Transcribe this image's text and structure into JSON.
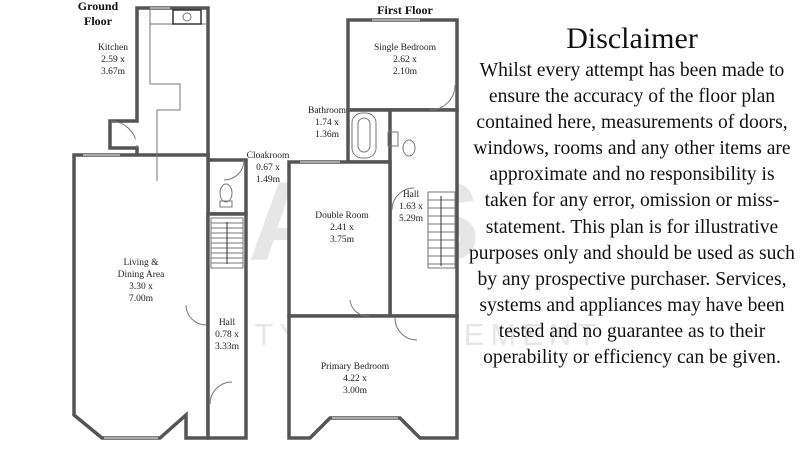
{
  "watermark": {
    "logo_text": "GRAYS",
    "tagline": "PROPERTY MANAGEMENT"
  },
  "floors": {
    "ground": {
      "title_line1": "Ground",
      "title_line2": "Floor",
      "rooms": {
        "kitchen": {
          "name": "Kitchen",
          "dim1": "2.59 x",
          "dim2": "3.67m"
        },
        "cloakroom": {
          "name": "Cloakroom",
          "dim1": "0.67 x",
          "dim2": "1.49m"
        },
        "living": {
          "name1": "Living &",
          "name2": "Dining Area",
          "dim1": "3.30 x",
          "dim2": "7.00m"
        },
        "hall": {
          "name": "Hall",
          "dim1": "0.78 x",
          "dim2": "3.33m"
        }
      }
    },
    "first": {
      "title": "First Floor",
      "rooms": {
        "single_bedroom": {
          "name": "Single Bedroom",
          "dim1": "2.62 x",
          "dim2": "2.10m"
        },
        "bathroom": {
          "name": "Bathroom",
          "dim1": "1.74 x",
          "dim2": "1.36m"
        },
        "hall": {
          "name": "Hall",
          "dim1": "1.63 x",
          "dim2": "5.29m"
        },
        "double_room": {
          "name": "Double Room",
          "dim1": "2.41 x",
          "dim2": "3.75m"
        },
        "primary_bedroom": {
          "name": "Primary Bedroom",
          "dim1": "4.22 x",
          "dim2": "3.00m"
        }
      }
    }
  },
  "disclaimer": {
    "title": "Disclaimer",
    "body": "Whilst every attempt has been made to ensure the accuracy of the floor plan contained here, measurements of doors, windows, rooms and any other items are approximate and no responsibility is taken for any error, omission or miss-statement. This plan is for illustrative purposes only and should be used as such by any prospective purchaser. Services, systems and appliances may have been tested and no guarantee as to their operability or efficiency can be given."
  }
}
